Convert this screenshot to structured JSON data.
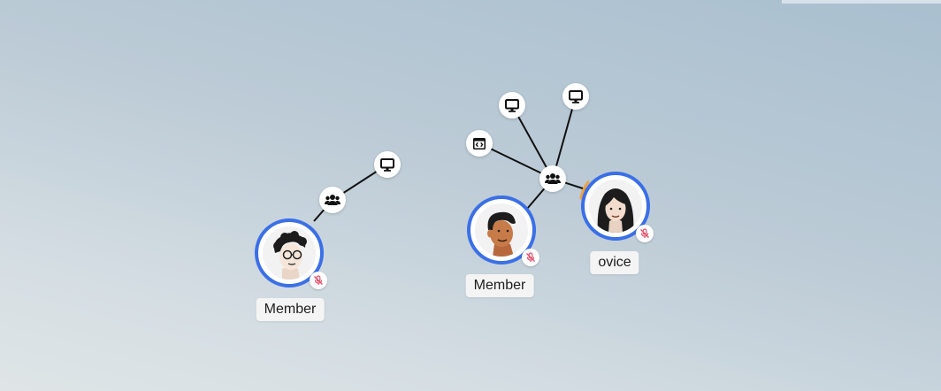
{
  "space": {
    "background_top": "#a9bfcf",
    "background_bottom": "#dfe5e7",
    "connector_color": "#111111",
    "speaking_arc_color": "#f0a040",
    "ring_color": "#3a6fe6",
    "muted_mic_color": "#e0506a"
  },
  "users": [
    {
      "name": "Member",
      "avatar_icon": "curly-hair-glasses-person-icon",
      "status_icon": "muted-mic-icon"
    },
    {
      "name": "Member",
      "avatar_icon": "dark-hair-person-icon",
      "status_icon": "muted-mic-icon"
    },
    {
      "name": "ovice",
      "avatar_icon": "long-hair-person-icon",
      "status_icon": "muted-mic-icon"
    }
  ],
  "nodes": [
    {
      "icon": "group-icon"
    },
    {
      "icon": "monitor-icon"
    },
    {
      "icon": "group-icon"
    },
    {
      "icon": "monitor-icon"
    },
    {
      "icon": "monitor-icon"
    },
    {
      "icon": "code-window-icon"
    }
  ]
}
